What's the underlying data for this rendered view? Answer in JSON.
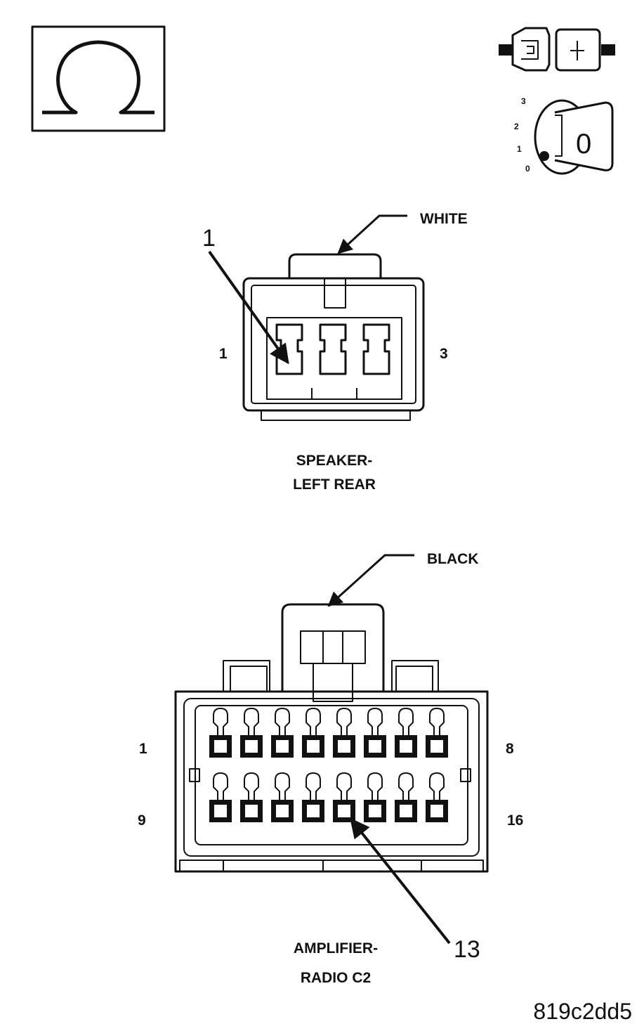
{
  "symbols": {
    "ohmmeter": "ohm-symbol-icon",
    "connector": "disconnected-connector-icon",
    "ignition": "ignition-key-off-icon",
    "ignition_positions": [
      "3",
      "2",
      "1",
      "0"
    ],
    "ignition_key_label": "0"
  },
  "speaker_connector": {
    "color_label": "WHITE",
    "callout_pin": "1",
    "pin_left": "1",
    "pin_right": "3",
    "name_line1": "SPEAKER-",
    "name_line2": "LEFT REAR"
  },
  "amplifier_connector": {
    "color_label": "BLACK",
    "pin_top_left": "1",
    "pin_top_right": "8",
    "pin_bottom_left": "9",
    "pin_bottom_right": "16",
    "callout_pin": "13",
    "name_line1": "AMPLIFIER-",
    "name_line2": "RADIO C2"
  },
  "figure_id": "819c2dd5"
}
